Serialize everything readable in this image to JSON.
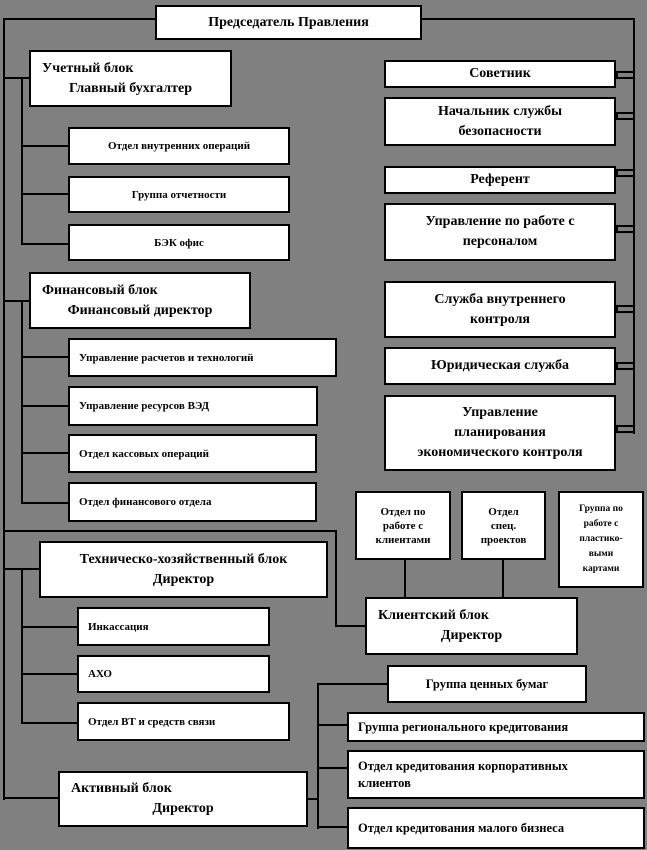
{
  "palette": {
    "background": "#808080",
    "box_fill": "#ffffff",
    "line_color": "#000000",
    "text_color": "#000000"
  },
  "boxes": {
    "chairman": {
      "lines": [
        "Председатель Правления"
      ]
    },
    "uchetny": {
      "lines": [
        "Учетный блок",
        "Главный бухгалтер"
      ]
    },
    "o_vnutr": {
      "lines": [
        "Отдел внутренних операций"
      ]
    },
    "g_otch": {
      "lines": [
        "Группа отчетности"
      ]
    },
    "bek": {
      "lines": [
        "БЭК офис"
      ]
    },
    "fin": {
      "lines": [
        "Финансовый блок",
        "Финансовый директор"
      ]
    },
    "u_rasch": {
      "lines": [
        "Управление расчетов и технологий"
      ]
    },
    "u_res": {
      "lines": [
        "Управление ресурсов ВЭД"
      ]
    },
    "o_kass": {
      "lines": [
        "Отдел кассовых операций"
      ]
    },
    "o_fin": {
      "lines": [
        "Отдел финансового отдела"
      ]
    },
    "tehn": {
      "lines": [
        "Техническо-хозяйственный блок",
        "Директор"
      ]
    },
    "inkas": {
      "lines": [
        "Инкассация"
      ]
    },
    "aho": {
      "lines": [
        "АХО"
      ]
    },
    "o_vt": {
      "lines": [
        "Отдел ВТ и средств связи"
      ]
    },
    "aktiv": {
      "lines": [
        "Активный блок",
        "Директор"
      ]
    },
    "sovet": {
      "lines": [
        "Советник"
      ]
    },
    "nach": {
      "lines": [
        "Начальник службы",
        "безопасности"
      ]
    },
    "refer": {
      "lines": [
        "Референт"
      ]
    },
    "u_pers": {
      "lines": [
        "Управление по работе с",
        "персоналом"
      ]
    },
    "sl_vk": {
      "lines": [
        "Служба внутреннего",
        "контроля"
      ]
    },
    "yurid": {
      "lines": [
        "Юридическая служба"
      ]
    },
    "u_plan": {
      "lines": [
        "Управление",
        "планирования",
        "экономического контроля"
      ]
    },
    "o_klient": {
      "lines": [
        "Отдел по",
        "работе с",
        "клиентами"
      ]
    },
    "o_spec": {
      "lines": [
        "Отдел",
        "спец.",
        "проектов"
      ]
    },
    "g_plast": {
      "lines": [
        "Группа по",
        "работе с",
        "пластико-",
        "выми",
        "картами"
      ]
    },
    "klient": {
      "lines": [
        "Клиентский блок",
        "Директор"
      ]
    },
    "g_cen": {
      "lines": [
        "Группа ценных бумаг"
      ]
    },
    "g_reg": {
      "lines": [
        "Группа регионального кредитования"
      ]
    },
    "o_korp": {
      "lines": [
        "Отдел кредитования корпоративных",
        "клиентов"
      ]
    },
    "o_mal": {
      "lines": [
        "Отдел кредитования малого бизнеса"
      ]
    }
  }
}
